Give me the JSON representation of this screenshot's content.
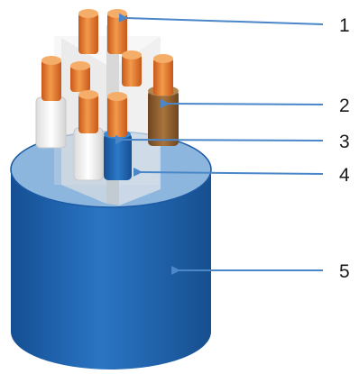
{
  "diagram": {
    "labels": [
      "1",
      "2",
      "3",
      "4",
      "5"
    ],
    "colors": {
      "arrow": "#4a86c8",
      "jacket": "#1e63b0",
      "jacket_top": "#8db6df",
      "copper": "#e8792b",
      "insulation_white": "#f4f4f4",
      "insulation_blue": "#1e5fae",
      "insulation_brown": "#8a5a2b",
      "separator": "#d9d9d9"
    }
  }
}
